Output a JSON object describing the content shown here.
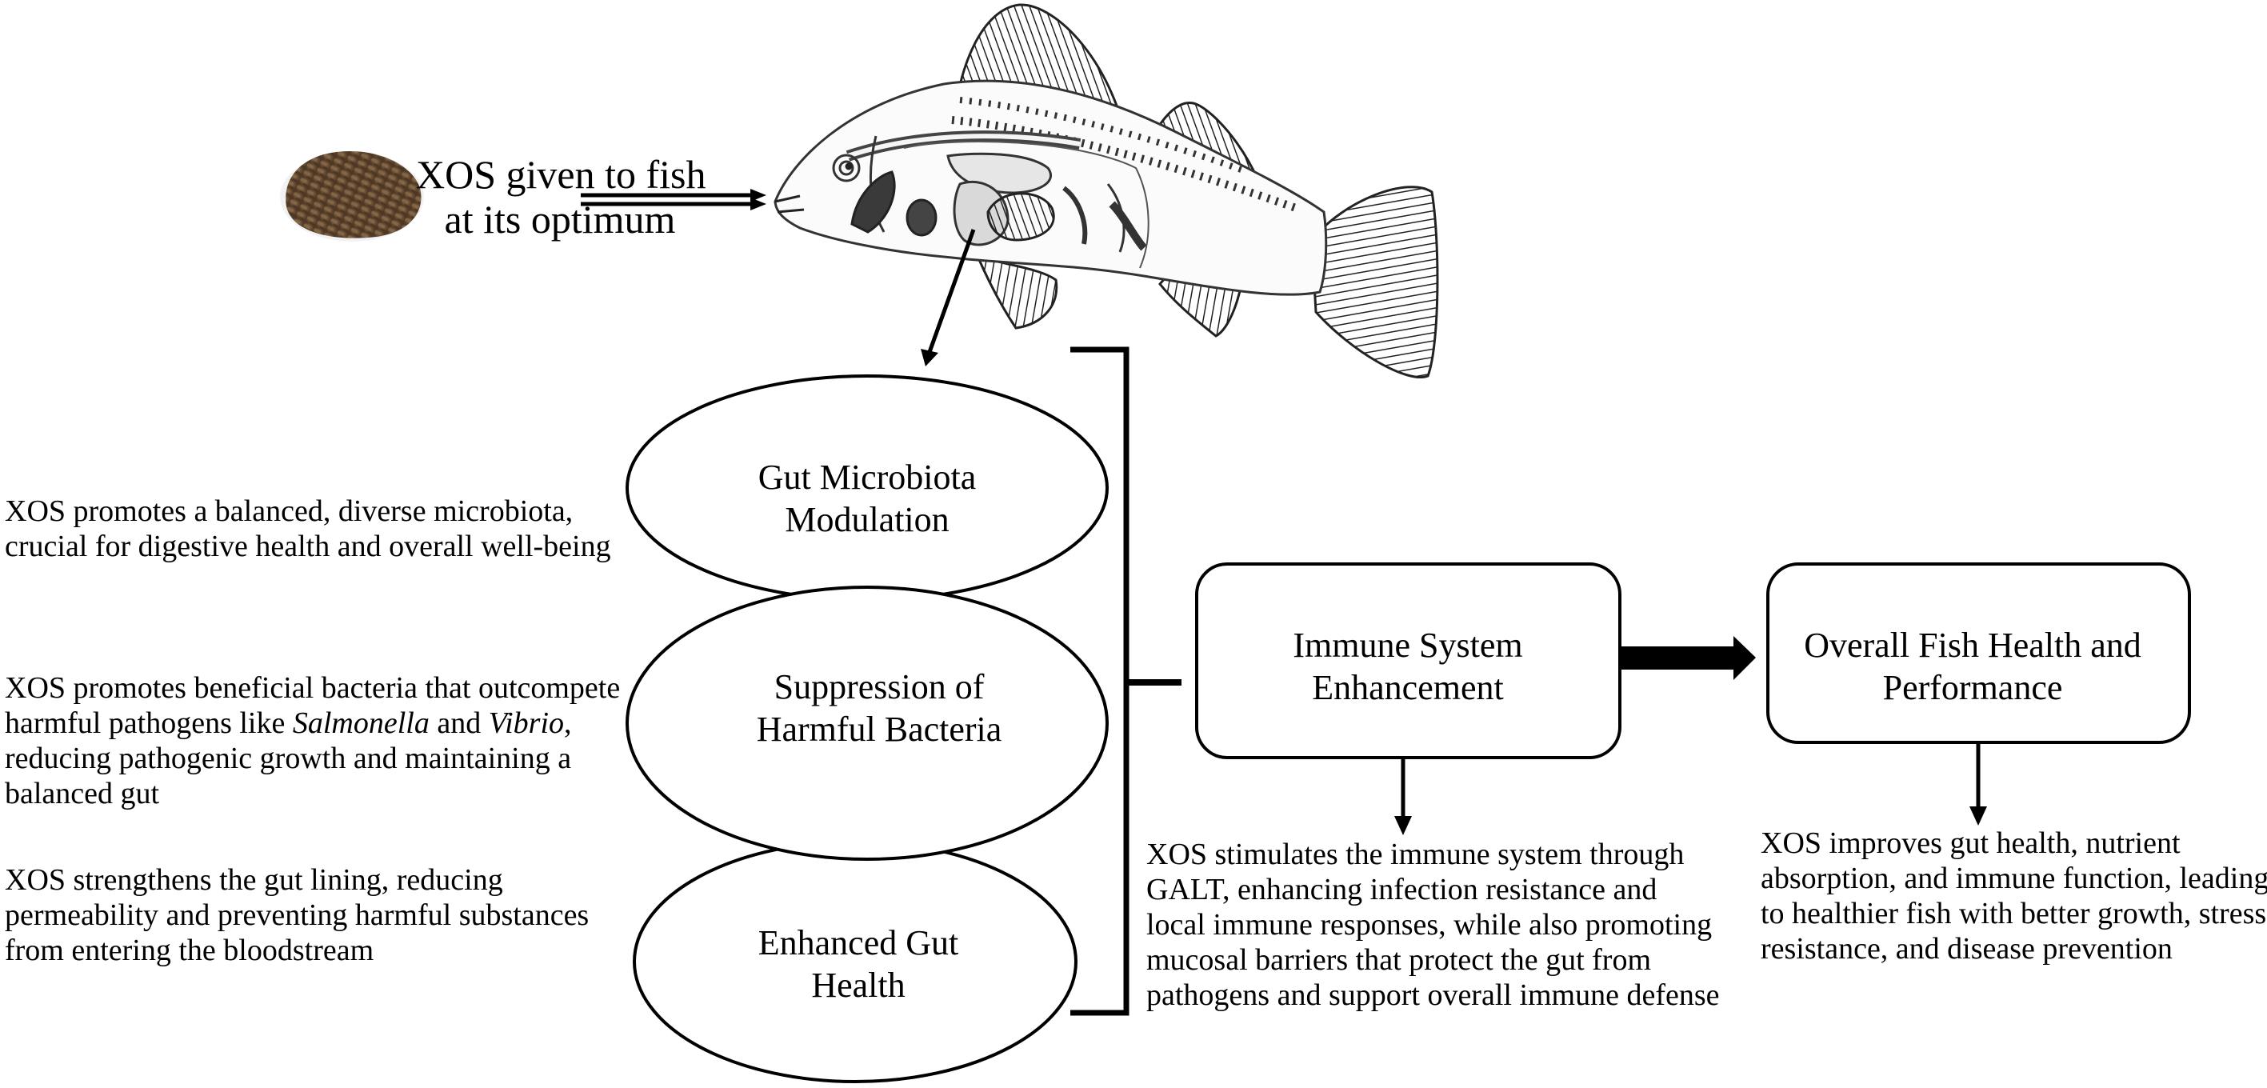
{
  "figure": {
    "intro": {
      "line1": "XOS given to fish",
      "line2": "at its optimum",
      "pellet_icon": "feed-pellets-photo",
      "fish_icon": "fish-anatomy-illustration",
      "pellet_color": "#6b5238"
    },
    "mechanisms": [
      {
        "label_line1": "Gut Microbiota",
        "label_line2": "Modulation",
        "description": [
          "XOS promotes a balanced, diverse microbiota,",
          "crucial for digestive health and overall well-being"
        ]
      },
      {
        "label_line1": "Suppression of",
        "label_line2": "Harmful Bacteria",
        "description_line1": "XOS promotes beneficial bacteria that outcompete",
        "description_line2_a": "harmful pathogens like ",
        "description_line2_italic1": "Salmonella",
        "description_line2_b": " and ",
        "description_line2_italic2": "Vibrio",
        "description_line2_c": ",",
        "description_line3": "reducing pathogenic growth and maintaining a",
        "description_line4": "balanced gut"
      },
      {
        "label_line1": "Enhanced Gut",
        "label_line2": "Health",
        "description": [
          "XOS strengthens the gut lining, reducing",
          "permeability and preventing harmful substances",
          "from entering the bloodstream"
        ]
      }
    ],
    "immune_box": {
      "label_line1": "Immune System",
      "label_line2": "Enhancement",
      "description": [
        "XOS stimulates the immune system through",
        "GALT, enhancing infection resistance and",
        "local immune responses, while also promoting",
        "mucosal barriers that protect the gut from",
        "pathogens and support overall immune defense"
      ]
    },
    "outcome_box": {
      "label_line1": "Overall Fish Health and",
      "label_line2": "Performance",
      "description": [
        "XOS improves gut health, nutrient",
        "absorption, and immune function, leading",
        "to healthier fish with better growth, stress",
        "resistance, and disease prevention"
      ]
    },
    "colors": {
      "line": "#000000",
      "background": "#ffffff",
      "text": "#000000"
    }
  }
}
